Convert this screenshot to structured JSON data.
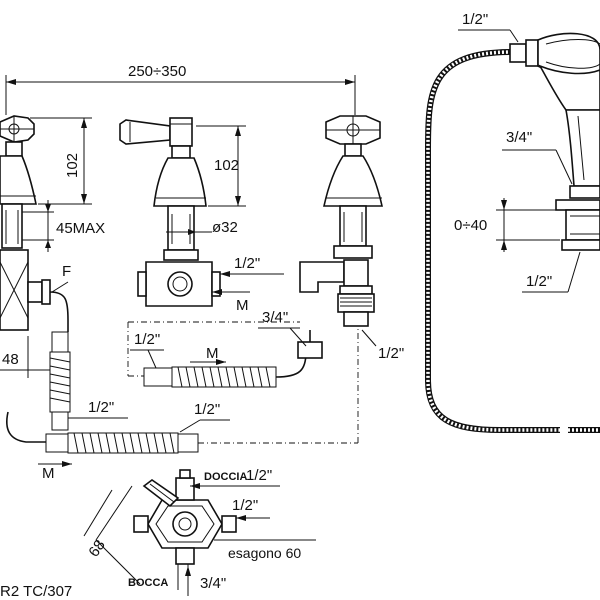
{
  "dimensions": {
    "width_range": "250÷350",
    "height_left": "102",
    "height_center": "102",
    "max_thickness": "45MAX",
    "diameter": "ø32",
    "left_offset": "48",
    "height_adjust": "0÷40",
    "diverter_size": "68",
    "hexagon": "esagono 60"
  },
  "threads": {
    "shower_top": "1/2\"",
    "shower_body": "3/4\"",
    "shower_bottom": "1/2\"",
    "center_outlet": "1/2\"",
    "hose_upper_left": "1/2\"",
    "hose_mid_right": "3/4\"",
    "right_outlet": "1/2\"",
    "left_lower": "1/2\"",
    "hose_lower": "1/2\"",
    "doccia_label": "DOCCIA",
    "doccia_thread": "1/2\"",
    "diverter_inlet": "1/2\"",
    "bocca_label": "BOCCA",
    "bocca_thread": "3/4\""
  },
  "markers": {
    "f": "F",
    "m_center": "M",
    "m_hose": "M",
    "m_lower": "M"
  },
  "model_code": "R2 TC/307"
}
